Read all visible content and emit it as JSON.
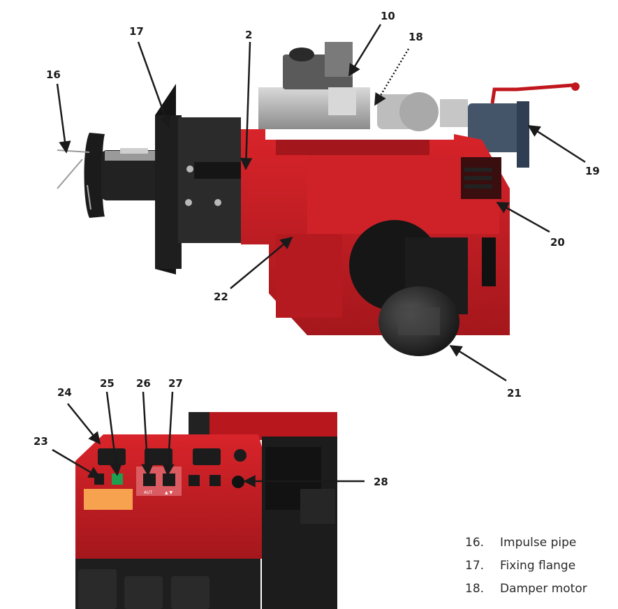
{
  "diagram": {
    "callouts": [
      "16",
      "17",
      "2",
      "10",
      "18",
      "19",
      "20",
      "21",
      "22",
      "24",
      "25",
      "26",
      "27",
      "23",
      "28"
    ],
    "panel_labels": {
      "aut": "AUT",
      "arrows": "▲ ▼"
    }
  },
  "legend": [
    {
      "num": "16.",
      "text": "Impulse pipe"
    },
    {
      "num": "17.",
      "text": "Fixing flange"
    },
    {
      "num": "18.",
      "text": "Damper motor"
    }
  ]
}
